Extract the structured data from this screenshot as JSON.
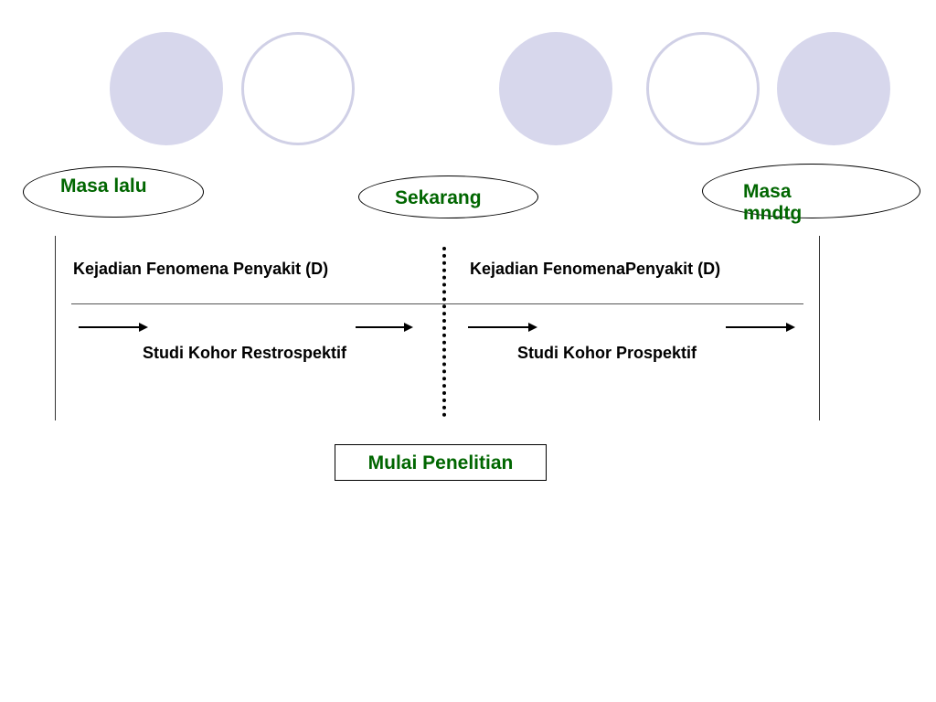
{
  "colors": {
    "circle_fill": "#d7d7ec",
    "circle_outline": "#d0d0e6",
    "label_green": "#006600"
  },
  "timeline": {
    "past": "Masa lalu",
    "present": "Sekarang",
    "future": "Masa mndtg"
  },
  "events": {
    "left": "Kejadian Fenomena Penyakit (D)",
    "right": "Kejadian FenomenaPenyakit (D)"
  },
  "studies": {
    "retrospective": "Studi Kohor Restrospektif",
    "prospective": "Studi Kohor Prospektif"
  },
  "start_box": "Mulai Penelitian"
}
